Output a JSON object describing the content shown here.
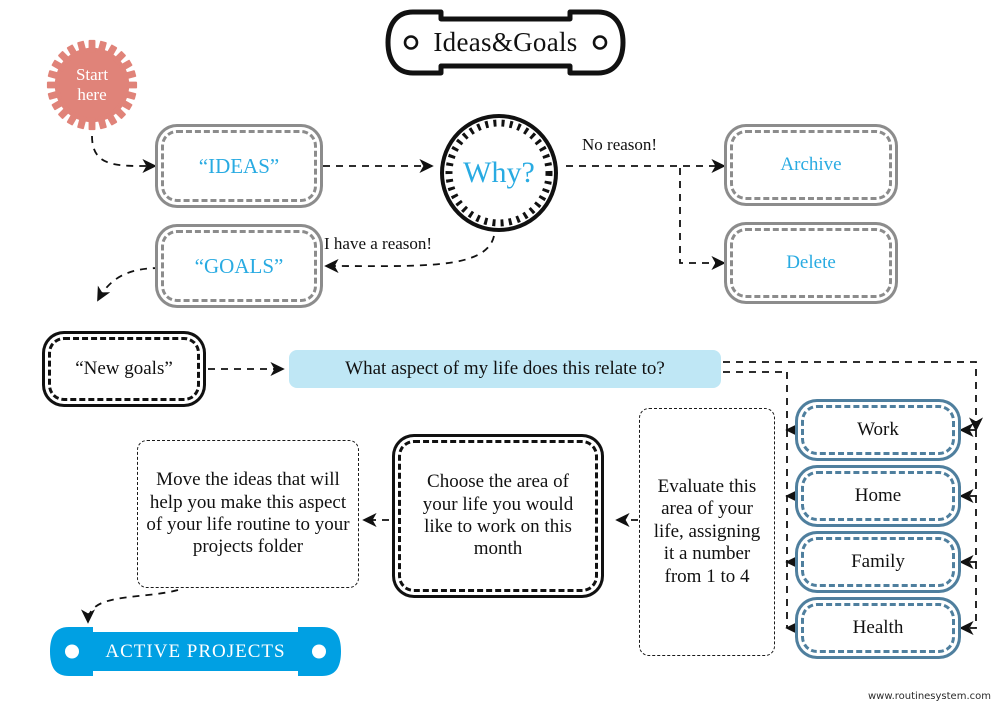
{
  "title": "Ideas&Goals",
  "colors": {
    "cyan": "#29abe2",
    "gear_salmon": "#e08379",
    "banner_lightblue": "#bfe7f5",
    "active_blue": "#00a0e3",
    "gray_border": "#8c8c8c",
    "steel_border": "#4f7f9e",
    "black": "#111111"
  },
  "start": {
    "line1": "Start",
    "line2": "here"
  },
  "nodes": {
    "ideas": "“IDEAS”",
    "goals": "“GOALS”",
    "why": "Why?",
    "archive": "Archive",
    "delete": "Delete",
    "new_goals": "“New goals”",
    "aspect_question": "What aspect of my life does this relate to?",
    "evaluate": "Evaluate this area of your life, assigning it a number from 1 to 4",
    "choose": "Choose the area of your life you would like to work on this month",
    "move": "Move the ideas that will help you make this aspect of your life routine to your projects folder",
    "active_projects": "ACTIVE PROJECTS"
  },
  "areas": [
    {
      "label": "Work"
    },
    {
      "label": "Home"
    },
    {
      "label": "Family"
    },
    {
      "label": "Health"
    }
  ],
  "edge_labels": {
    "no_reason": "No reason!",
    "i_have_a_reason": "I have a reason!"
  },
  "footer": {
    "url": "www.routinesystem.com"
  },
  "chart_data": {
    "type": "flowchart",
    "title": "Ideas&Goals",
    "nodes": [
      {
        "id": "start",
        "label": "Start here",
        "shape": "gear",
        "fill": "#e08379"
      },
      {
        "id": "ideas",
        "label": "“IDEAS”",
        "shape": "double-dashed-rounded-rect",
        "stroke": "#8c8c8c",
        "text_color": "#29abe2"
      },
      {
        "id": "goals",
        "label": "“GOALS”",
        "shape": "double-dashed-rounded-rect",
        "stroke": "#8c8c8c",
        "text_color": "#29abe2"
      },
      {
        "id": "why",
        "label": "Why?",
        "shape": "dotted-circle",
        "text_color": "#29abe2"
      },
      {
        "id": "archive",
        "label": "Archive",
        "shape": "double-dashed-rounded-rect",
        "stroke": "#8c8c8c",
        "text_color": "#29abe2"
      },
      {
        "id": "delete",
        "label": "Delete",
        "shape": "double-dashed-rounded-rect",
        "stroke": "#8c8c8c",
        "text_color": "#29abe2"
      },
      {
        "id": "new_goals",
        "label": "“New goals”",
        "shape": "double-dashed-rounded-rect",
        "stroke": "#111111"
      },
      {
        "id": "aspect",
        "label": "What aspect of my life does this relate to?",
        "shape": "filled-banner",
        "fill": "#bfe7f5"
      },
      {
        "id": "work",
        "label": "Work",
        "shape": "double-dashed-rounded-rect",
        "stroke": "#4f7f9e"
      },
      {
        "id": "home",
        "label": "Home",
        "shape": "double-dashed-rounded-rect",
        "stroke": "#4f7f9e"
      },
      {
        "id": "family",
        "label": "Family",
        "shape": "double-dashed-rounded-rect",
        "stroke": "#4f7f9e"
      },
      {
        "id": "health",
        "label": "Health",
        "shape": "double-dashed-rounded-rect",
        "stroke": "#4f7f9e"
      },
      {
        "id": "evaluate",
        "label": "Evaluate this area of your life, assigning it a number from 1 to 4",
        "shape": "dashed-rounded-rect",
        "stroke": "#1a1a1a"
      },
      {
        "id": "choose",
        "label": "Choose the area of your life you would like to work on this month",
        "shape": "double-dashed-rounded-rect",
        "stroke": "#111111"
      },
      {
        "id": "move",
        "label": "Move the ideas that will help you make this aspect of your life routine to your projects folder",
        "shape": "dashed-rounded-rect",
        "stroke": "#1a1a1a"
      },
      {
        "id": "active_projects",
        "label": "ACTIVE PROJECTS",
        "shape": "plaque",
        "fill": "#00a0e3",
        "text_color": "#ffffff"
      }
    ],
    "edges": [
      {
        "from": "start",
        "to": "ideas",
        "label": "",
        "style": "dashed"
      },
      {
        "from": "ideas",
        "to": "why",
        "label": "",
        "style": "dashed"
      },
      {
        "from": "why",
        "to": "archive",
        "label": "No reason!",
        "style": "dashed"
      },
      {
        "from": "why",
        "to": "delete",
        "label": "No reason!",
        "style": "dashed"
      },
      {
        "from": "why",
        "to": "goals",
        "label": "I have a reason!",
        "style": "dashed"
      },
      {
        "from": "goals",
        "to": "new_goals",
        "label": "",
        "style": "dashed"
      },
      {
        "from": "new_goals",
        "to": "aspect",
        "label": "",
        "style": "dashed"
      },
      {
        "from": "aspect",
        "to": "work",
        "label": "",
        "style": "dashed"
      },
      {
        "from": "aspect",
        "to": "home",
        "label": "",
        "style": "dashed"
      },
      {
        "from": "aspect",
        "to": "family",
        "label": "",
        "style": "dashed"
      },
      {
        "from": "aspect",
        "to": "health",
        "label": "",
        "style": "dashed"
      },
      {
        "from": "work",
        "to": "evaluate",
        "label": "",
        "style": "dashed"
      },
      {
        "from": "home",
        "to": "evaluate",
        "label": "",
        "style": "dashed"
      },
      {
        "from": "family",
        "to": "evaluate",
        "label": "",
        "style": "dashed"
      },
      {
        "from": "health",
        "to": "evaluate",
        "label": "",
        "style": "dashed"
      },
      {
        "from": "evaluate",
        "to": "choose",
        "label": "",
        "style": "dashed"
      },
      {
        "from": "choose",
        "to": "move",
        "label": "",
        "style": "dashed"
      },
      {
        "from": "move",
        "to": "active_projects",
        "label": "",
        "style": "dashed"
      }
    ]
  }
}
